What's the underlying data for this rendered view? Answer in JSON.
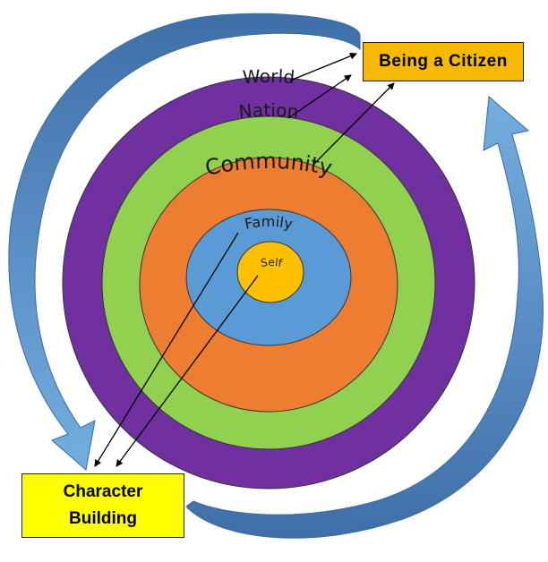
{
  "rings": [
    {
      "label": "World",
      "color": "#7030a0"
    },
    {
      "label": "Nation",
      "color": "#92d050"
    },
    {
      "label": "Community",
      "color": "#ed7d31"
    },
    {
      "label": "Family",
      "color": "#5b9bd5"
    },
    {
      "label": "Self",
      "color": "#ffc000"
    }
  ],
  "boxes": {
    "citizen": {
      "label": "Being a Citizen",
      "color": "#f7b900"
    },
    "character": {
      "line1": "Character",
      "line2": "Building",
      "color": "#ffff00"
    }
  },
  "arrow_color": "#4f81bd"
}
